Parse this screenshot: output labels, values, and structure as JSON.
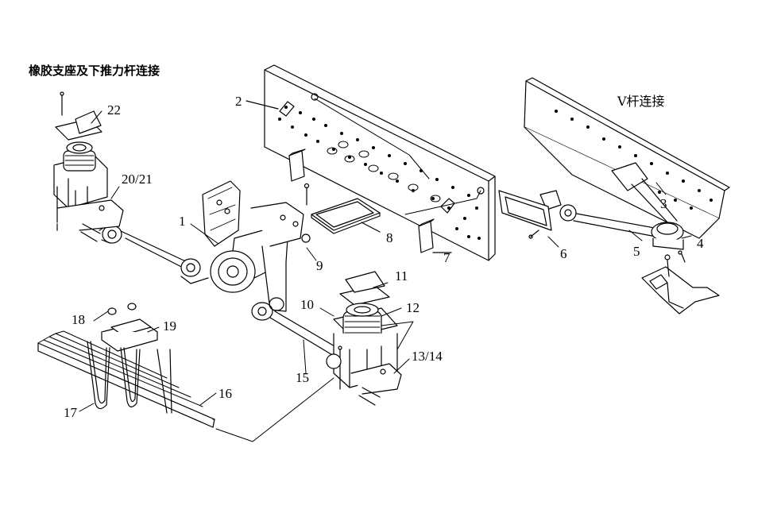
{
  "titles": {
    "left": "橡胶支座及下推力杆连接",
    "right": "V杆连接"
  },
  "callouts": {
    "c1": "1",
    "c2": "2",
    "c3": "3",
    "c4": "4",
    "c5": "5",
    "c6": "6",
    "c7": "7",
    "c8": "8",
    "c9": "9",
    "c10": "10",
    "c11": "11",
    "c12": "12",
    "c13_14": "13/14",
    "c15": "15",
    "c16": "16",
    "c17": "17",
    "c18": "18",
    "c19": "19",
    "c20_21": "20/21",
    "c22": "22"
  }
}
